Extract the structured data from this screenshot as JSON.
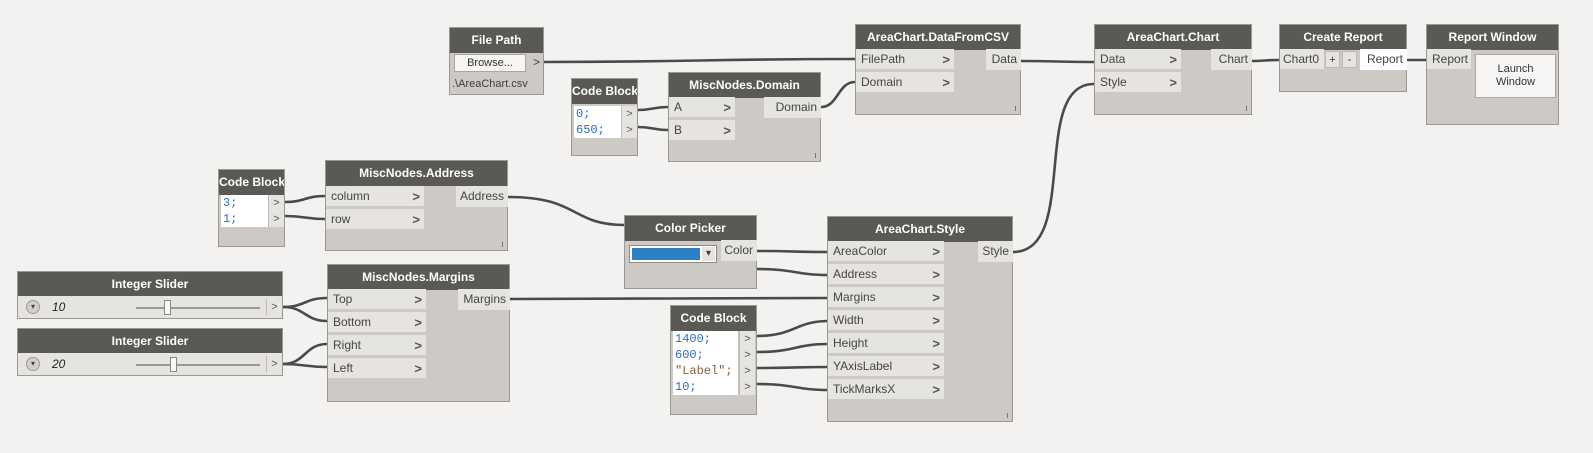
{
  "nodes": {
    "file_path": {
      "title": "File Path",
      "button": "Browse...",
      "output_arrow": ">",
      "value": ".\\AreaChart.csv"
    },
    "cb_domain": {
      "title": "Code Block",
      "lines": [
        "0;",
        "650;"
      ],
      "out": ">"
    },
    "misc_domain": {
      "title": "MiscNodes.Domain",
      "inputs": [
        "A",
        "B"
      ],
      "output": "Domain"
    },
    "data_from_csv": {
      "title": "AreaChart.DataFromCSV",
      "inputs": [
        "FilePath",
        "Domain"
      ],
      "output": "Data"
    },
    "area_chart": {
      "title": "AreaChart.Chart",
      "inputs": [
        "Data",
        "Style"
      ],
      "output": "Chart"
    },
    "create_report": {
      "title": "Create Report",
      "input": "Chart0",
      "plus": "+",
      "minus": "-",
      "output": "Report"
    },
    "report_window": {
      "title": "Report Window",
      "input": "Report",
      "button": "Launch Window"
    },
    "cb_address": {
      "title": "Code Block",
      "lines": [
        "3;",
        "1;"
      ],
      "out": ">"
    },
    "misc_address": {
      "title": "MiscNodes.Address",
      "inputs": [
        "column",
        "row"
      ],
      "output": "Address"
    },
    "color_picker": {
      "title": "Color Picker",
      "output": "Color",
      "swatch_color": "#2c7fc0",
      "dropdown": "▾"
    },
    "slider1": {
      "title": "Integer Slider",
      "value": "10",
      "level": 0.25,
      "out": ">"
    },
    "slider2": {
      "title": "Integer Slider",
      "value": "20",
      "level": 0.3,
      "out": ">"
    },
    "misc_margins": {
      "title": "MiscNodes.Margins",
      "inputs": [
        "Top",
        "Bottom",
        "Right",
        "Left"
      ],
      "output": "Margins"
    },
    "cb_style": {
      "title": "Code Block",
      "lines": [
        "1400;",
        "600;",
        "\"Label\";",
        "10;"
      ],
      "out": ">"
    },
    "style": {
      "title": "AreaChart.Style",
      "inputs": [
        "AreaColor",
        "Address",
        "Margins",
        "Width",
        "Height",
        "YAxisLabel",
        "TickMarksX"
      ],
      "output": "Style"
    }
  },
  "colors": {
    "canvas": "#f3f2f0",
    "header": "#5b5955",
    "node_body": "#cdcac6",
    "port": "#e6e4e1",
    "wire": "#4a4a4a",
    "number": "#2a6fc0",
    "string": "#8a5e3a"
  }
}
